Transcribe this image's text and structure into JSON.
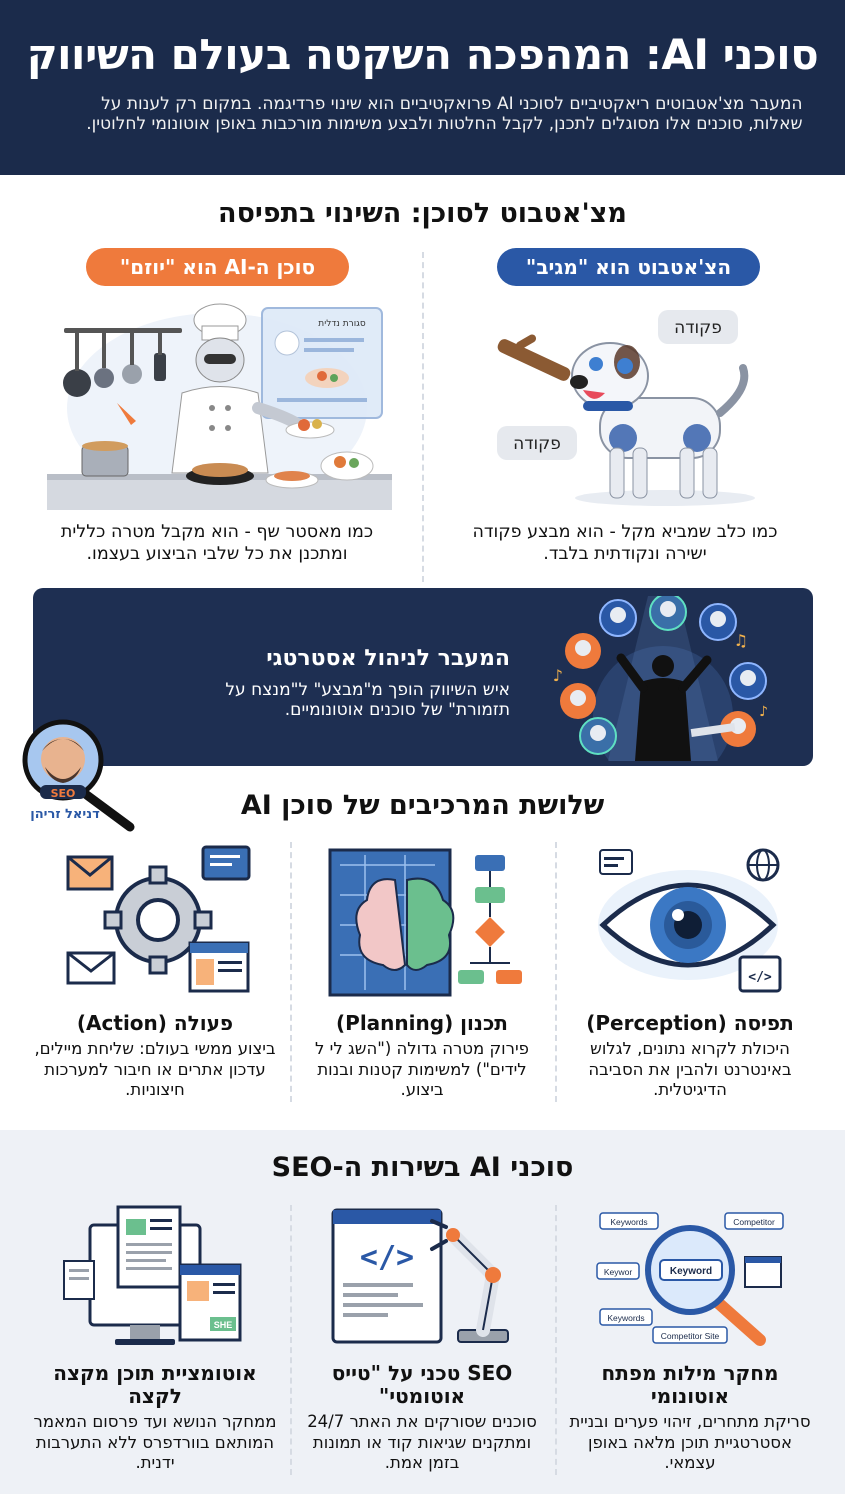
{
  "header": {
    "title": "סוכני AI: המהפכה השקטה בעולם השיווק",
    "intro": "המעבר מצ'אטבוטים ריאקטיביים לסוכני AI פרואקטיביים הוא שינוי פרדיגמה. במקום רק לענות על שאלות, סוכנים אלו מסוגלים לתכנן, לקבל החלטות ולבצע משימות מורכבות באופן אוטונומי לחלוטין."
  },
  "shift": {
    "title": "מצ'אטבוט לסוכן: השינוי בתפיסה",
    "chatbot_pill": "הצ'אטבוט הוא \"מגיב\"",
    "agent_pill": "סוכן ה-AI הוא \"יוזם\"",
    "dog_bubble_1": "פקודה",
    "dog_bubble_2": "פקודה",
    "chef_menu_title": "סגורת נדלית",
    "chatbot_caption": "כמו כלב שמביא מקל - הוא מבצע פקודה ישירה ונקודתית בלבד.",
    "agent_caption": "כמו מאסטר שף - הוא מקבל מטרה כללית ומתכנן את כל שלבי הביצוע בעצמו."
  },
  "strategy": {
    "title": "המעבר לניהול אסטרטגי",
    "text": "איש השיווק הופך מ\"מבצע\" ל\"מנצח על תזמורת\" של סוכנים אוטונומיים."
  },
  "author": {
    "name": "דניאל זריהן",
    "tag": "SEO"
  },
  "components": {
    "title": "שלושת המרכיבים של סוכן AI",
    "items": [
      {
        "title": "תפיסה (Perception)",
        "text": "היכולת לקרוא נתונים, לגלוש באינטרנט ולהבין את הסביבה הדיגיטלית."
      },
      {
        "title": "תכנון (Planning)",
        "text": "פירוק מטרה גדולה (\"השג לי ל לידים\") למשימות קטנות ובנות ביצוע."
      },
      {
        "title": "פעולה (Action)",
        "text": "ביצוע ממשי בעולם: שליחת מיילים, עדכון אתרים או חיבור למערכות חיצוניות."
      }
    ]
  },
  "seo": {
    "title": "סוכני AI בשירות ה-SEO",
    "items": [
      {
        "title": "מחקר מילות מפתח אוטונומי",
        "text": "סריקת מתחרים, זיהוי פערים ובניית אסטרטגיית תוכן מלאה באופן עצמאי."
      },
      {
        "title": "SEO טכני על \"טייס אוטומטי\"",
        "text": "סוכנים שסורקים את האתר 24/7 ומתקנים שגיאות קוד או תמונות בזמן אמת."
      },
      {
        "title": "אוטומציית תוכן מקצה לקצה",
        "text": "ממחקר הנושא ועד פרסום המאמר המותאם בוורדפרס ללא התערבות ידנית."
      }
    ],
    "kw_labels": {
      "keywords1": "Keywords",
      "competitor": "Competitor",
      "keywor": "Keywor",
      "keyword": "Keyword",
      "keywords2": "Keywords",
      "site": "Competitor Site"
    },
    "she_label": "SHE"
  },
  "colors": {
    "navy": "#1b2b4b",
    "blue": "#2a58a6",
    "orange": "#ef7a3c"
  }
}
